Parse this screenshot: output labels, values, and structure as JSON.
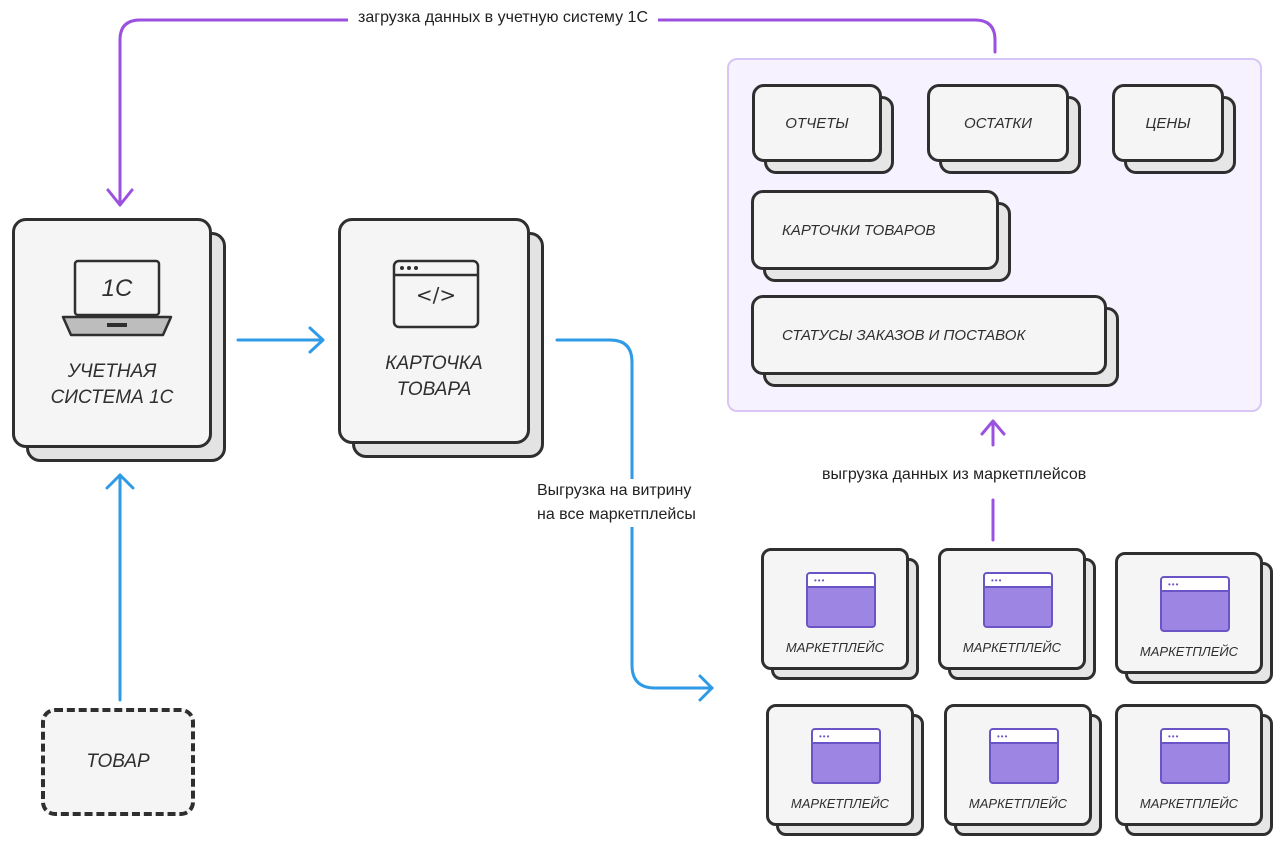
{
  "colors": {
    "flow_arrow": "#2f9ae6",
    "data_arrow": "#9b51e0",
    "panel_bg": "#f7f2ff",
    "panel_border": "#d8c6f4",
    "window_fill": "#9d86e3",
    "card_border": "#2f2f2f"
  },
  "edges": {
    "top_label": "загрузка данных в учетную систему 1С",
    "export_label_line1": "Выгрузка на витрину",
    "export_label_line2": "на все маркетплейсы",
    "import_label": "выгрузка данных из маркетплейсов"
  },
  "nodes": {
    "accounting": {
      "screen_text": "1С",
      "label_line1": "УЧЕТНАЯ",
      "label_line2": "СИСТЕМА 1С",
      "icon": "laptop-icon"
    },
    "product_card": {
      "screen_text": "</>",
      "label_line1": "КАРТОЧКА",
      "label_line2": "ТОВАРА",
      "icon": "code-window-icon"
    },
    "product": {
      "label": "ТОВАР"
    }
  },
  "panel": {
    "items": [
      {
        "label": "ОТЧЕТЫ"
      },
      {
        "label": "ОСТАТКИ"
      },
      {
        "label": "ЦЕНЫ"
      },
      {
        "label": "КАРТОЧКИ ТОВАРОВ"
      },
      {
        "label": "СТАТУСЫ ЗАКАЗОВ И ПОСТАВОК"
      }
    ]
  },
  "marketplaces": [
    {
      "label": "МАРКЕТПЛЕЙС",
      "icon": "browser-window-icon"
    },
    {
      "label": "МАРКЕТПЛЕЙС",
      "icon": "browser-window-icon"
    },
    {
      "label": "МАРКЕТПЛЕЙС",
      "icon": "browser-window-icon"
    },
    {
      "label": "МАРКЕТПЛЕЙС",
      "icon": "browser-window-icon"
    },
    {
      "label": "МАРКЕТПЛЕЙС",
      "icon": "browser-window-icon"
    },
    {
      "label": "МАРКЕТПЛЕЙС",
      "icon": "browser-window-icon"
    }
  ]
}
